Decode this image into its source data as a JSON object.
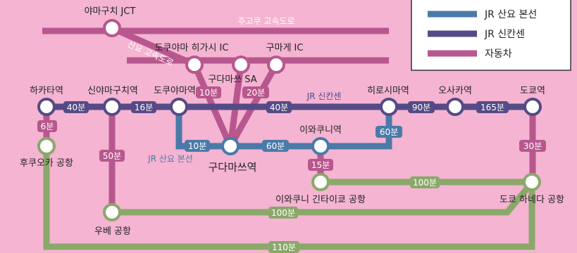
{
  "colors": {
    "background": "#f4b4d2",
    "jr_sanyo": "#4a7aa8",
    "jr_shinkansen": "#554a86",
    "road": "#b8578e",
    "airport": "#8aa86a"
  },
  "legend": {
    "items": [
      {
        "label": "JR 산요 본선",
        "color": "#4a7aa8"
      },
      {
        "label": "JR 신칸센",
        "color": "#554a86"
      },
      {
        "label": "자동차",
        "color": "#b8578e"
      }
    ]
  },
  "line_labels": {
    "expressway": "주고쿠 고속도로",
    "sanyo_expressway": "산요 고속도로",
    "shinkansen": "JR 신칸센",
    "sanyo_main": "JR 산요 본선"
  },
  "stations": {
    "yamaguchi_jct": "야마구치 JCT",
    "tokuyama_higashi_ic": "도쿠야마 히가시 IC",
    "kumage_ic": "구마게 IC",
    "kudamatsu_sa": "구다마쓰 SA",
    "hakata": "하카타역",
    "shin_yamaguchi": "신야마구치역",
    "tokuyama": "도쿠야마역",
    "hiroshima": "히로시마역",
    "osaka": "오사카역",
    "tokyo": "도쿄역",
    "iwakuni": "이와쿠니역",
    "kudamatsu": "구다마쓰역",
    "fukuoka_airport": "후쿠오카 공항",
    "ube_airport": "우베 공항",
    "iwakuni_airport": "이와쿠니 긴타이쿄 공항",
    "haneda_airport": "도쿄 하네다 공항"
  },
  "times": {
    "hakata_shinyamaguchi": "40분",
    "shinyamaguchi_tokuyama": "16분",
    "tokuyama_hiroshima": "40분",
    "hiroshima_osaka": "90분",
    "osaka_tokyo": "165분",
    "hakata_fukuoka": "6분",
    "shinyamaguchi_ube": "50분",
    "tokyo_haneda": "30분",
    "tokuyama_kudamatsu": "10분",
    "kudamatsu_iwakuni": "60분",
    "iwakuni_hiroshima": "60분",
    "iwakuni_airport_access": "15분",
    "tokuyama_higashi_ic": "10분",
    "kudamatsu_sa": "20분",
    "iwakuni_haneda": "100분",
    "ube_haneda": "100분",
    "fukuoka_haneda": "110분"
  }
}
